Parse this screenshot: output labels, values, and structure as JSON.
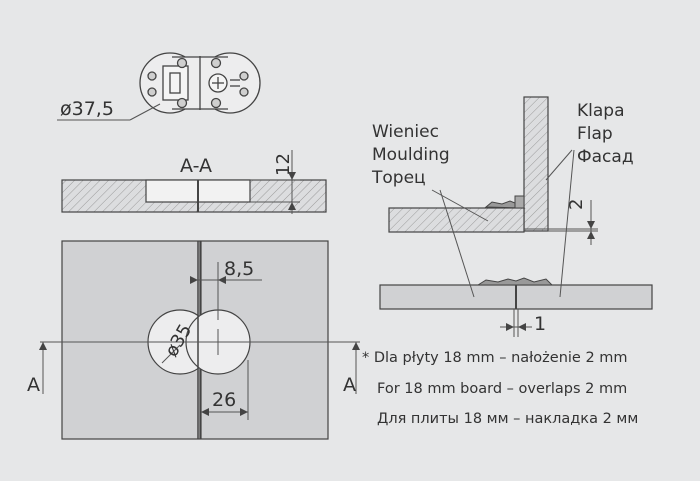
{
  "hinge_diameter": "ø37,5",
  "section_label": "A-A",
  "dim_depth": "12",
  "dim_spacing": "8,5",
  "dim_bore": "ø35",
  "dim_offset": "26",
  "section_mark_left": "A",
  "section_mark_right": "A",
  "parts": {
    "moulding": [
      "Wieniec",
      "Moulding",
      "Торец"
    ],
    "flap": [
      "Klapa",
      "Flap",
      "Фасад"
    ]
  },
  "dim_overlap": "2",
  "dim_gap": "1",
  "notes": [
    "* Dla płyty 18 mm – nałożenie 2 mm",
    "For 18 mm board – overlaps 2 mm",
    "Для плиты 18 мм – накладка 2 мм"
  ],
  "colors": {
    "background": "#e6e7e8",
    "panel": "#d0d1d3",
    "line": "#444444"
  }
}
